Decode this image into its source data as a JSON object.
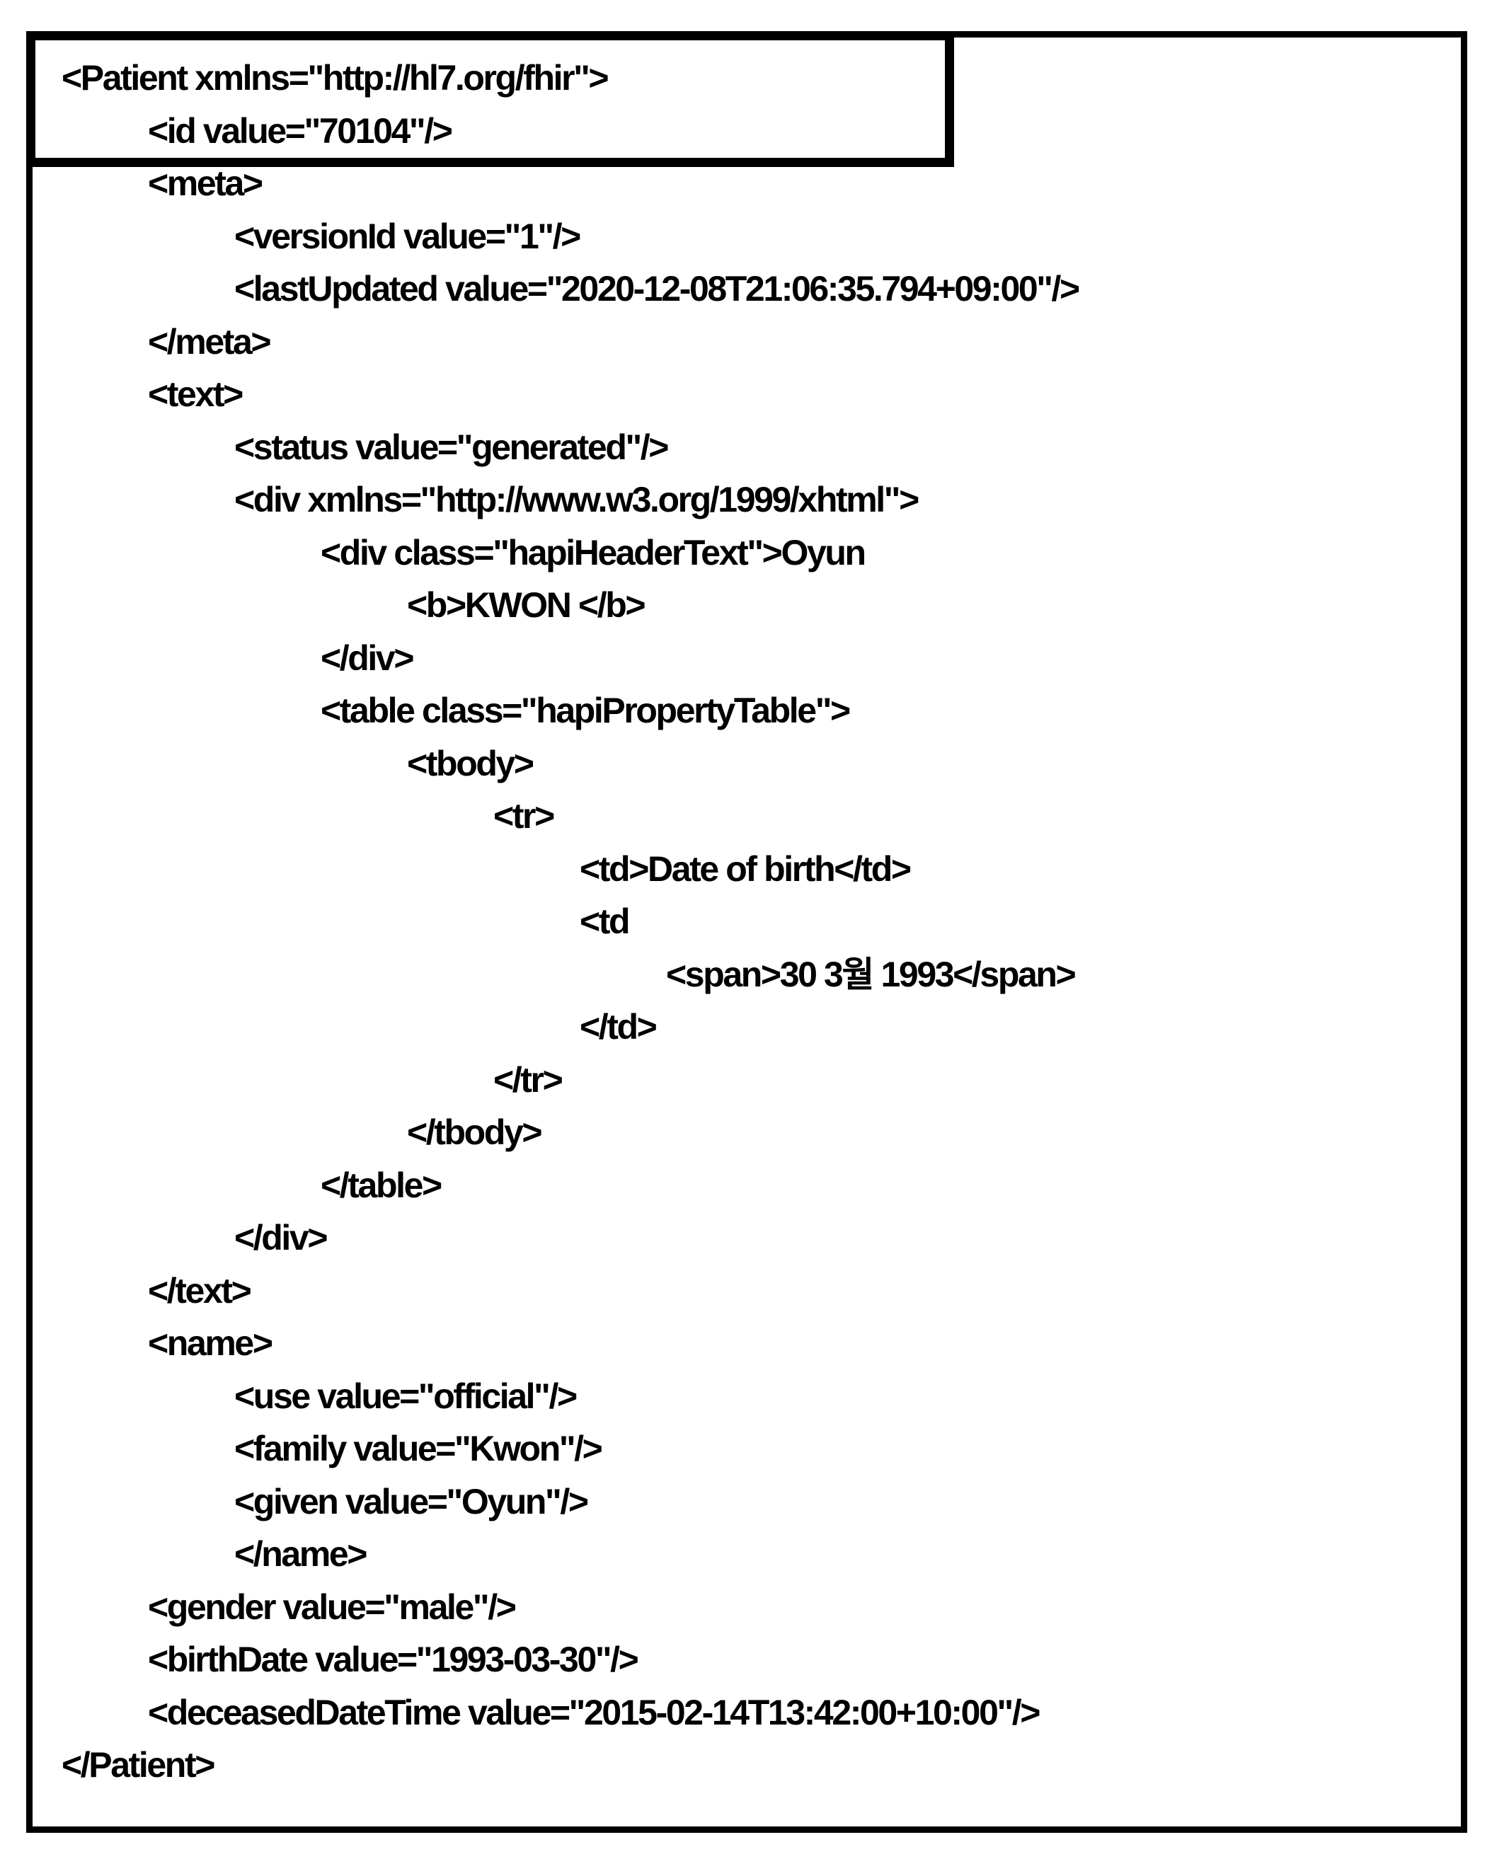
{
  "document": {
    "highlighted_lines": [
      0,
      1
    ],
    "lines": [
      {
        "indent": 0,
        "text": "<Patient xmlns=\"http://hl7.org/fhir\">"
      },
      {
        "indent": 1,
        "text": "<id value=\"70104\"/>"
      },
      {
        "indent": 1,
        "text": "<meta>"
      },
      {
        "indent": 2,
        "text": "<versionId value=\"1\"/>"
      },
      {
        "indent": 2,
        "text": "<lastUpdated value=\"2020-12-08T21:06:35.794+09:00\"/>"
      },
      {
        "indent": 1,
        "text": "</meta>"
      },
      {
        "indent": 1,
        "text": "<text>"
      },
      {
        "indent": 2,
        "text": "<status value=\"generated\"/>"
      },
      {
        "indent": 2,
        "text": "<div xmlns=\"http://www.w3.org/1999/xhtml\">"
      },
      {
        "indent": 3,
        "text": "<div class=\"hapiHeaderText\">Oyun"
      },
      {
        "indent": 4,
        "text": "<b>KWON </b>"
      },
      {
        "indent": 3,
        "text": "</div>"
      },
      {
        "indent": 3,
        "text": "<table class=\"hapiPropertyTable\">"
      },
      {
        "indent": 4,
        "text": "<tbody>"
      },
      {
        "indent": 5,
        "text": "<tr>"
      },
      {
        "indent": 6,
        "text": "<td>Date of birth</td>"
      },
      {
        "indent": 6,
        "text": "<td"
      },
      {
        "indent": 7,
        "text": "<span>30 3월 1993</span>"
      },
      {
        "indent": 6,
        "text": "</td>"
      },
      {
        "indent": 5,
        "text": "</tr>"
      },
      {
        "indent": 4,
        "text": "</tbody>"
      },
      {
        "indent": 3,
        "text": "</table>"
      },
      {
        "indent": 2,
        "text": "</div>"
      },
      {
        "indent": 1,
        "text": "</text>"
      },
      {
        "indent": 1,
        "text": "<name>"
      },
      {
        "indent": 2,
        "text": "<use value=\"official\"/>"
      },
      {
        "indent": 2,
        "text": "<family value=\"Kwon\"/>"
      },
      {
        "indent": 2,
        "text": "<given value=\"Oyun\"/>"
      },
      {
        "indent": 2,
        "text": "</name>"
      },
      {
        "indent": 1,
        "text": "<gender value=\"male\"/>"
      },
      {
        "indent": 1,
        "text": "<birthDate value=\"1993-03-30\"/>"
      },
      {
        "indent": 1,
        "text": "<deceasedDateTime value=\"2015-02-14T13:42:00+10:00\"/>"
      },
      {
        "indent": 0,
        "text": "</Patient>"
      }
    ]
  }
}
